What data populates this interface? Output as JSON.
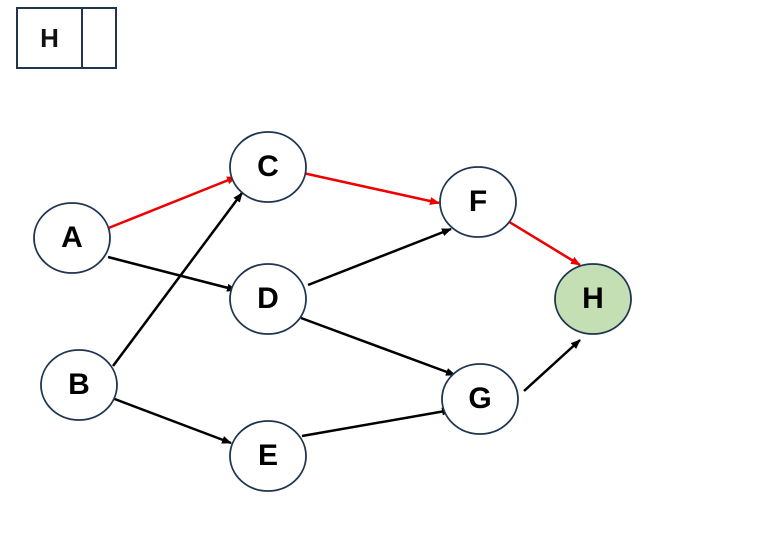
{
  "stack": {
    "cells": [
      "H",
      ""
    ]
  },
  "colors": {
    "node_stroke": "#1f3550",
    "node_fill": "#ffffff",
    "target_fill": "#c5dfb4",
    "edge_default": "#000000",
    "edge_path": "#ee0000"
  },
  "graph": {
    "nodes": [
      {
        "id": "A",
        "label": "A"
      },
      {
        "id": "B",
        "label": "B"
      },
      {
        "id": "C",
        "label": "C"
      },
      {
        "id": "D",
        "label": "D"
      },
      {
        "id": "E",
        "label": "E"
      },
      {
        "id": "F",
        "label": "F"
      },
      {
        "id": "G",
        "label": "G"
      },
      {
        "id": "H",
        "label": "H",
        "highlighted": true
      }
    ],
    "edges": [
      {
        "from": "A",
        "to": "C",
        "on_path": true
      },
      {
        "from": "A",
        "to": "D",
        "on_path": false
      },
      {
        "from": "B",
        "to": "C",
        "on_path": false
      },
      {
        "from": "B",
        "to": "E",
        "on_path": false
      },
      {
        "from": "C",
        "to": "F",
        "on_path": true
      },
      {
        "from": "D",
        "to": "F",
        "on_path": false
      },
      {
        "from": "D",
        "to": "G",
        "on_path": false
      },
      {
        "from": "E",
        "to": "G",
        "on_path": false
      },
      {
        "from": "F",
        "to": "H",
        "on_path": true
      },
      {
        "from": "G",
        "to": "H",
        "on_path": false
      }
    ]
  }
}
